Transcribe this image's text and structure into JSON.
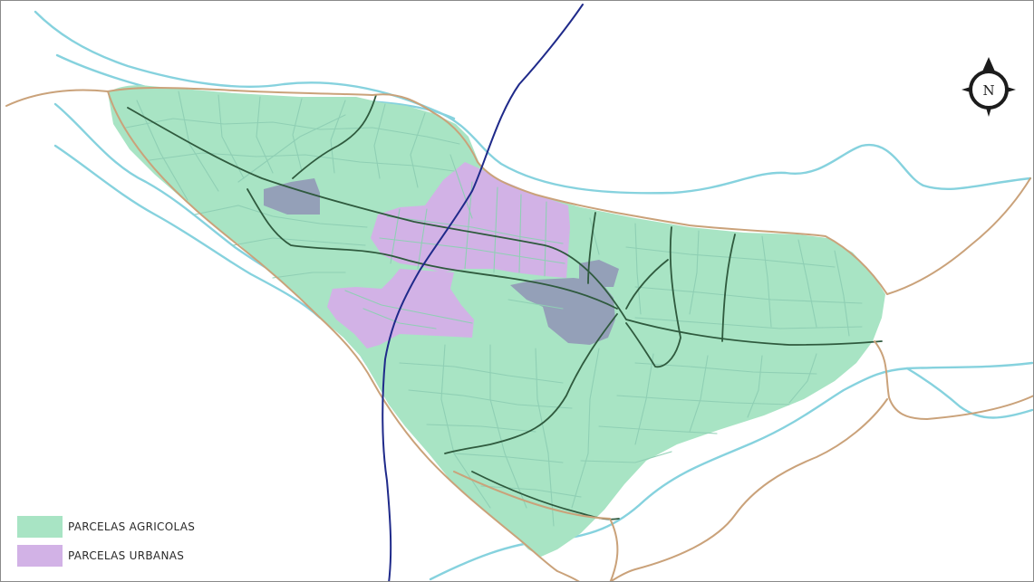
{
  "colors": {
    "agricultural_fill": "#a8e4c4",
    "urban_fill": "#d2b2e6",
    "overlap_fill": "#94a0b8",
    "parcel_lines": "#8fcfb4",
    "river": "#86d2de",
    "boundary_road": "#caa27a",
    "main_road": "#2f5a3e",
    "highway": "#1f2a8a"
  },
  "compass": {
    "icon": "north-arrow-compass-icon",
    "letter": "N"
  },
  "legend": {
    "items": [
      {
        "label": "PARCELAS AGRICOLAS",
        "color": "#a8e4c4"
      },
      {
        "label": "PARCELAS URBANAS",
        "color": "#d2b2e6"
      }
    ]
  }
}
